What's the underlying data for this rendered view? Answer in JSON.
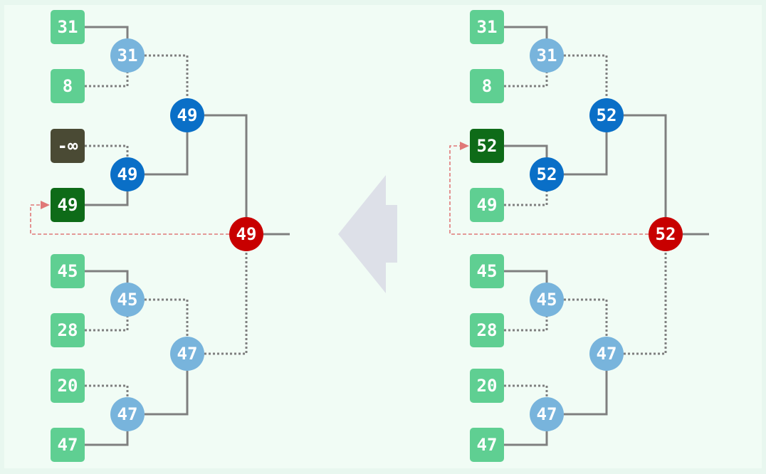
{
  "colors": {
    "leaf": "#5fcf92",
    "leaf_sentinel": "#4a4a34",
    "leaf_winner": "#0e6b18",
    "internal_idle": "#78b4dc",
    "internal_active": "#0a6fc7",
    "root": "#c80000",
    "connector": "#7f7f7f",
    "feedback": "#e07878",
    "arrow": "#dde0e8"
  },
  "trees": [
    {
      "leaves": [
        "31",
        "8",
        "-∞",
        "49",
        "45",
        "28",
        "20",
        "47"
      ],
      "level1": [
        "31",
        "49",
        "45",
        "47"
      ],
      "level2": [
        "49",
        "47"
      ],
      "root": "49"
    },
    {
      "leaves": [
        "31",
        "8",
        "52",
        "49",
        "45",
        "28",
        "20",
        "47"
      ],
      "level1": [
        "31",
        "52",
        "45",
        "47"
      ],
      "level2": [
        "52",
        "47"
      ],
      "root": "52"
    }
  ],
  "transition_arrow": "left-arrow-icon"
}
